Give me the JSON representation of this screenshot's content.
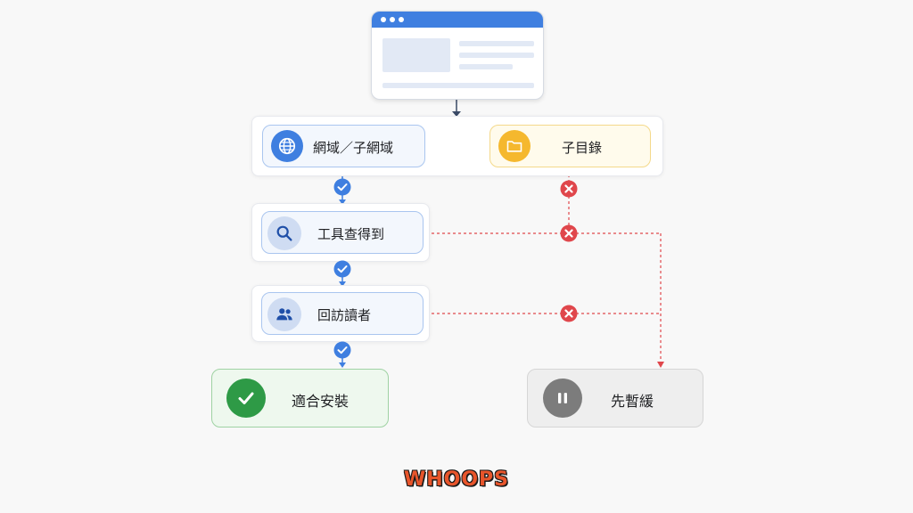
{
  "nodes": {
    "domain": {
      "label": "網域／子網域",
      "icon": "globe-icon"
    },
    "subdirectory": {
      "label": "子目錄",
      "icon": "folder-icon"
    },
    "tool_findable": {
      "label": "工具查得到",
      "icon": "search-icon"
    },
    "returning_readers": {
      "label": "回訪讀者",
      "icon": "people-icon"
    },
    "suitable_install": {
      "label": "適合安裝",
      "icon": "checkmark-icon"
    },
    "hold_off": {
      "label": "先暫緩",
      "icon": "pause-icon"
    }
  },
  "logo": {
    "text": "WHOOPS"
  },
  "colors": {
    "blue": "#3f7fe0",
    "yellow": "#f5b82e",
    "green": "#2e9a46",
    "red": "#e0474c",
    "grey": "#7c7c7c"
  }
}
